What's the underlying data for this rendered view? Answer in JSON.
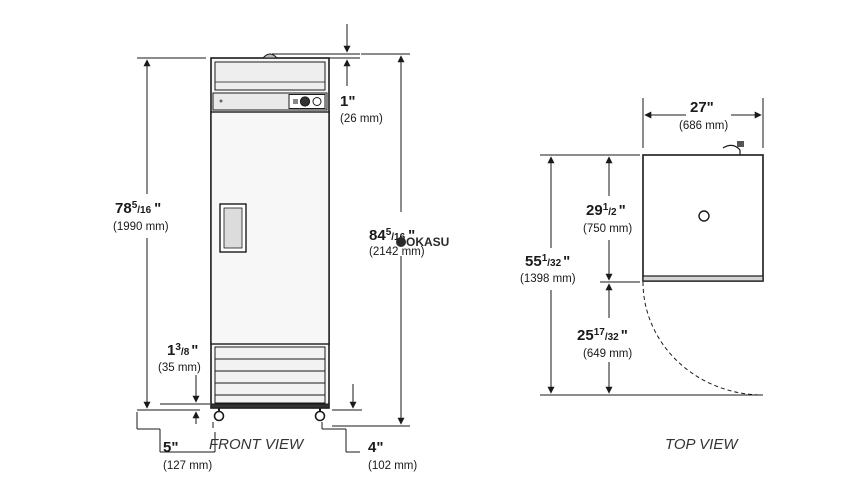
{
  "front_view": {
    "label": "FRONT VIEW",
    "overall_height": {
      "whole": "78",
      "num": "5",
      "den": "16",
      "unit": "\"",
      "metric": "(1990 mm)"
    },
    "height_with_top": {
      "whole": "84",
      "num": "5",
      "den": "16",
      "unit": "\"",
      "metric": "(2142 mm)"
    },
    "top_gap": {
      "text": "1\"",
      "metric": "(26 mm)"
    },
    "bottom_clearance": {
      "whole": "1",
      "num": "3",
      "den": "8",
      "unit": "\"",
      "metric": "(35 mm)"
    },
    "left_caster_offset": {
      "text": "5\"",
      "metric": "(127 mm)"
    },
    "right_caster_offset": {
      "text": "4\"",
      "metric": "(102 mm)"
    }
  },
  "top_view": {
    "label": "TOP VIEW",
    "width": {
      "text": "27\"",
      "metric": "(686 mm)"
    },
    "depth": {
      "whole": "29",
      "num": "1",
      "den": "2",
      "unit": "\"",
      "metric": "(750 mm)"
    },
    "depth_door_open": {
      "whole": "55",
      "num": "1",
      "den": "32",
      "unit": "\"",
      "metric": "(1398 mm)"
    },
    "door_swing": {
      "whole": "25",
      "num": "17",
      "den": "32",
      "unit": "\"",
      "metric": "(649 mm)"
    }
  },
  "watermark": {
    "text": "OKASU"
  },
  "colors": {
    "line": "#1a1a1a",
    "cabinet": "#f7f7f7",
    "panel": "#e9e9e9"
  }
}
